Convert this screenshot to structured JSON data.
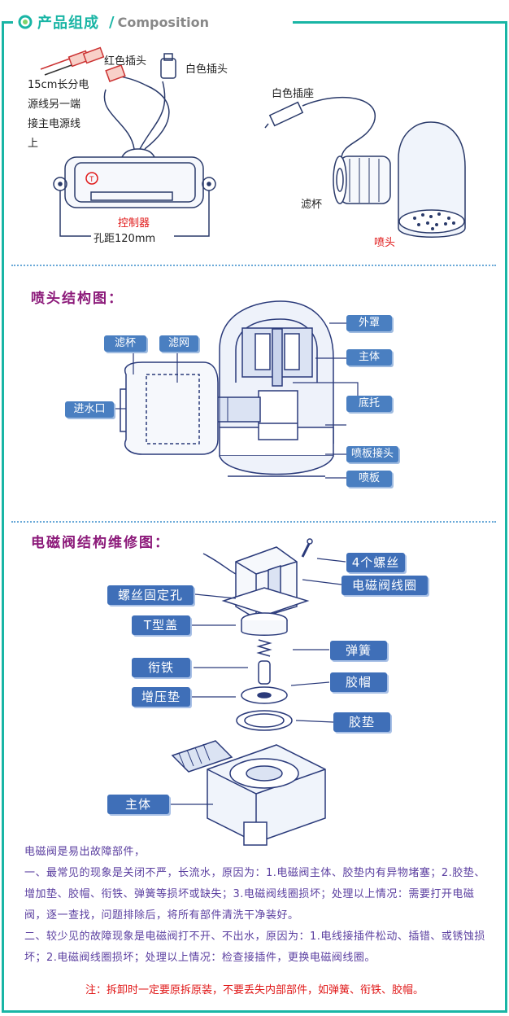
{
  "header": {
    "title_cn": "产品组成",
    "title_en": "Composition"
  },
  "composition": {
    "red_plug": "红色插头",
    "white_plug": "白色插头",
    "cable_note": [
      "15cm长分电",
      "源线另一端",
      "接主电源线",
      "上"
    ],
    "controller": "控制器",
    "hole_distance": "孔距120mm",
    "white_socket": "白色插座",
    "filter_cup": "滤杯",
    "nozzle": "喷头"
  },
  "nozzle_structure": {
    "title": "喷头结构图：",
    "labels": {
      "outer_cover": "外罩",
      "main_body": "主体",
      "base": "底托",
      "plate_joint": "喷板接头",
      "plate": "喷板",
      "filter_cup": "滤杯",
      "filter_net": "滤网",
      "inlet": "进水口"
    }
  },
  "valve_structure": {
    "title": "电磁阀结构维修图：",
    "labels": {
      "screws": "4个螺丝",
      "coil": "电磁阀线圈",
      "screw_hole": "螺丝固定孔",
      "t_cap": "T型盖",
      "spring": "弹簧",
      "armature": "衔铁",
      "rubber_cap": "胶帽",
      "pressure_pad": "增压垫",
      "rubber_pad": "胶垫",
      "main_body": "主体"
    }
  },
  "text": {
    "p1": "电磁阀是易出故障部件，",
    "p2": "一、最常见的现象是关闭不严，长流水，原因为：1.电磁阀主体、胶垫内有异物堵塞；2.胶垫、增加垫、胶帽、衔铁、弹簧等损坏或缺失；3.电磁阀线圈损坏；处理以上情况：需要打开电磁阀，逐一查找，问题排除后，将所有部件清洗干净装好。",
    "p3": "二、较少见的故障现象是电磁阀打不开、不出水，原因为：1.电线接插件松动、插错、或锈蚀损坏；2.电磁阀线圈损坏；处理以上情况：检查接插件，更换电磁阀线圈。",
    "note": "注：拆卸时一定要原拆原装，不要丢失内部部件，如弹簧、衔铁、胶帽。"
  },
  "colors": {
    "accent": "#19b5a5",
    "label_bg": "#4a7fc1",
    "title": "#8c1a7a",
    "red": "#e01818",
    "para": "#5b3fa0"
  }
}
